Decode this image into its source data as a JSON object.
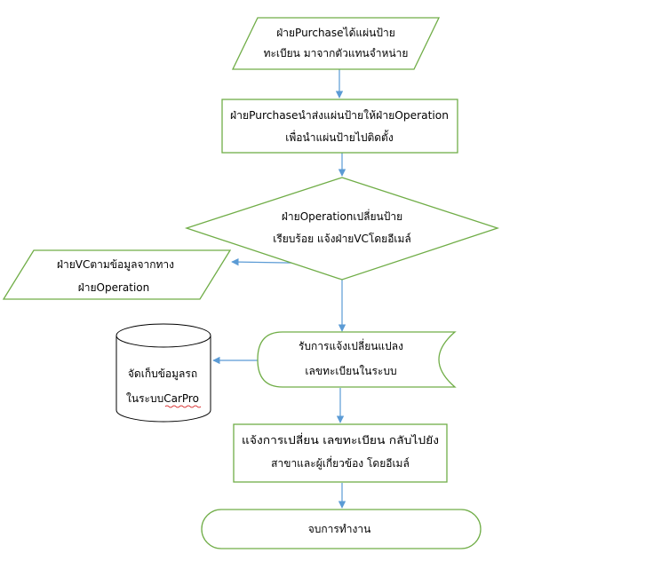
{
  "colors": {
    "shape_border": "#70ad47",
    "arrow": "#5b9bd5",
    "text": "#000000",
    "spellcheck_underline": "#d00000"
  },
  "nodes": {
    "input_purchase": {
      "shape": "parallelogram",
      "lines": [
        "ฝ่ายPurchaseได้แผ่นป้าย",
        "ทะเบียน มาจากตัวแทนจำหน่าย"
      ]
    },
    "process_send": {
      "shape": "rectangle",
      "lines": [
        "ฝ่ายPurchaseนำส่งแผ่นป้ายให้ฝ่ายOperation",
        "เพื่อนำแผ่นป้ายไปติดตั้ง"
      ]
    },
    "decision_operation": {
      "shape": "diamond",
      "lines": [
        "ฝ่ายOperationเปลี่ยนป้าย",
        "เรียบร้อย แจ้งฝ่ายVCโดยอีเมล์"
      ]
    },
    "input_vc": {
      "shape": "parallelogram",
      "lines": [
        "ฝ่ายVCตามข้อมูลจากทาง",
        "ฝ่ายOperation"
      ]
    },
    "stored_receive": {
      "shape": "stored-data",
      "lines": [
        "รับการแจ้งเปลี่ยนแปลง",
        "เลขทะเบียนในระบบ"
      ]
    },
    "database_carpro": {
      "shape": "cylinder",
      "lines": [
        "จัดเก็บข้อมูลรถ",
        "ในระบบCarPro"
      ]
    },
    "process_notify": {
      "shape": "rectangle",
      "lines": [
        "แจ้งการเปลี่ยน เลขทะเบียน กลับไปยัง",
        "สาขาและผู้เกี่ยวข้อง โดยอีเมล์"
      ]
    },
    "terminal_end": {
      "shape": "terminator",
      "lines": [
        "จบการทำงาน"
      ]
    }
  }
}
